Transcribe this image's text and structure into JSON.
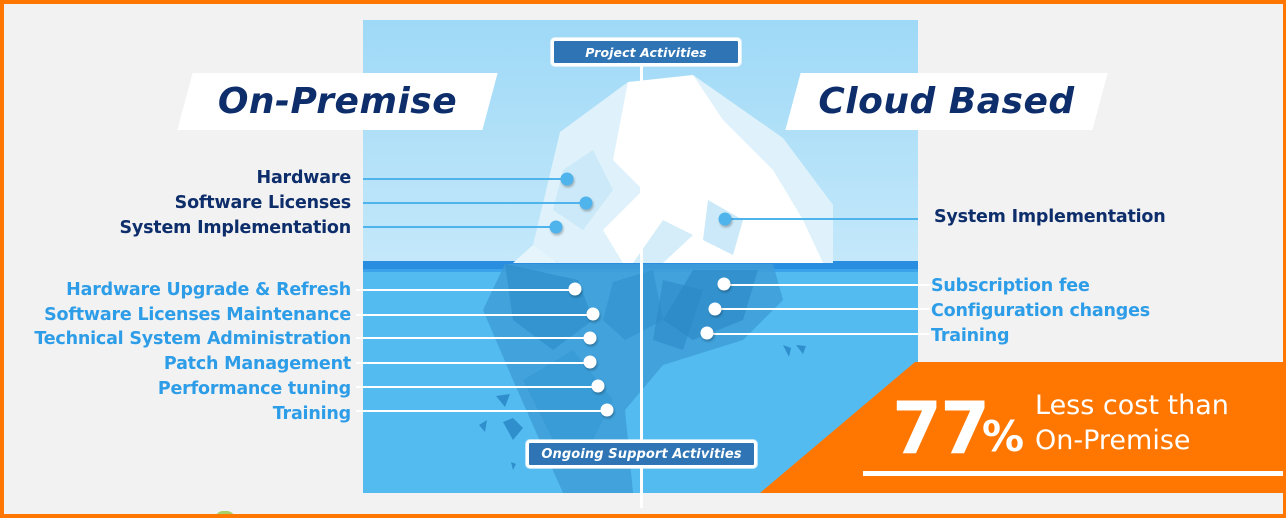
{
  "headings": {
    "on_premise": "On-Premise",
    "cloud_based": "Cloud Based"
  },
  "tags": {
    "top": "Project Activities",
    "bottom": "Ongoing Support Activities"
  },
  "on_premise": {
    "project_items": [
      "Hardware",
      "Software Licenses",
      "System Implementation"
    ],
    "support_items": [
      "Hardware Upgrade & Refresh",
      "Software Licenses Maintenance",
      "Technical System Administration",
      "Patch Management",
      "Performance tuning",
      "Training"
    ]
  },
  "cloud_based": {
    "project_items": [
      "System Implementation"
    ],
    "support_items": [
      "Subscription fee",
      "Configuration changes",
      "Training"
    ]
  },
  "callout": {
    "value": "77",
    "unit": "%",
    "line1": "Less cost than",
    "line2": "On-Premise"
  },
  "colors": {
    "frame_orange": "#ff7700",
    "heading_navy": "#0d2d6b",
    "support_blue": "#2e9de8",
    "tag_blue": "#2f75b5",
    "sky": "#a8defa",
    "water": "#53bbf0",
    "waterline": "#2a8ee0"
  }
}
